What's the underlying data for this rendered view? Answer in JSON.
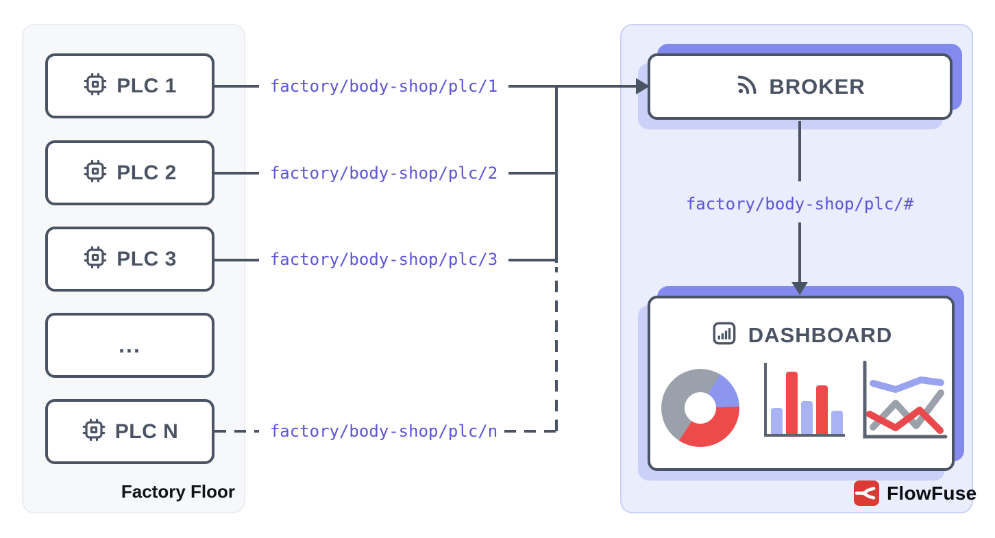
{
  "factory": {
    "title": "Factory Floor",
    "nodes": [
      {
        "label": "PLC 1",
        "icon": "cpu-icon"
      },
      {
        "label": "PLC 2",
        "icon": "cpu-icon"
      },
      {
        "label": "PLC 3",
        "icon": "cpu-icon"
      },
      {
        "label": "...",
        "icon": "none"
      },
      {
        "label": "PLC N",
        "icon": "cpu-icon"
      }
    ]
  },
  "topics": {
    "plc1": "factory/body-shop/plc/1",
    "plc2": "factory/body-shop/plc/2",
    "plc3": "factory/body-shop/plc/3",
    "plcn": "factory/body-shop/plc/n",
    "wildcard": "factory/body-shop/plc/#"
  },
  "broker": {
    "label": "BROKER",
    "icon": "rss-icon"
  },
  "dashboard": {
    "label": "DASHBOARD",
    "icon": "chart-bars-icon",
    "charts": [
      "donut-chart",
      "bar-chart",
      "line-chart"
    ]
  },
  "brand": {
    "label": "FlowFuse",
    "icon": "flowfuse-logo"
  },
  "colors": {
    "slate": "#4a5363",
    "topic_purple": "#5a54d8",
    "panel_left_bg": "#f7f8fa",
    "panel_right_bg": "#e9edfc",
    "shadow_indigo": "#828aee",
    "shadow_lavender": "#c9d1f8",
    "chart_red": "#ee4a4b",
    "chart_periwinkle": "#8d96ee",
    "chart_periwinkle_light": "#a9b2f3",
    "chart_gray": "#9ba1ab",
    "brand_red": "#dc3b33"
  }
}
